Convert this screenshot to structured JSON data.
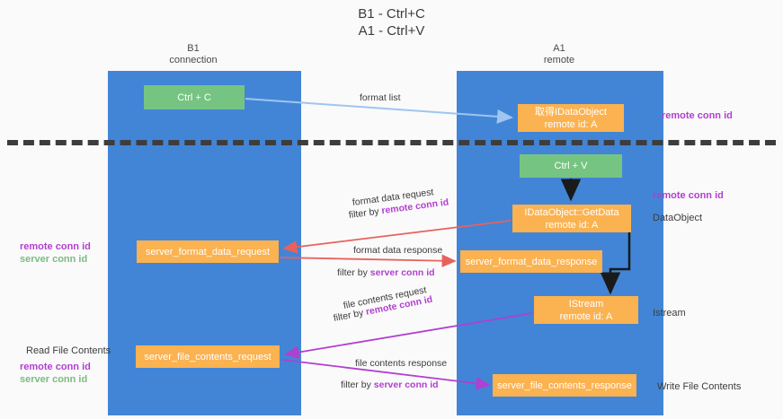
{
  "title": {
    "line1": "B1 - Ctrl+C",
    "line2": "A1 - Ctrl+V"
  },
  "columns": [
    {
      "id": "b1",
      "name": "B1",
      "role": "connection"
    },
    {
      "id": "a1",
      "name": "A1",
      "role": "remote"
    }
  ],
  "colors": {
    "lane": "#4285d6",
    "green_node": "#76c482",
    "orange_node": "#fbb250",
    "remote_conn_id": "#b23fd0",
    "server_conn_id": "#7dbb83",
    "arrow_format_list": "#9fc5f0",
    "arrow_format_data": "#e8625c",
    "arrow_file_contents": "#b23fd0",
    "arrow_black": "#1a1a1a",
    "divider": "#3d3d3d",
    "background": "#fafafa"
  },
  "nodes": {
    "ctrl_c": {
      "label": "Ctrl + C",
      "kind": "green"
    },
    "get_idataobject": {
      "line1": "取得IDataObject",
      "line2": "remote id: A",
      "kind": "orange"
    },
    "ctrl_v": {
      "label": "Ctrl + V",
      "kind": "green"
    },
    "idataobject_getdata": {
      "line1": "IDataObject::GetData",
      "line2": "remote id: A",
      "kind": "orange"
    },
    "server_format_data_request": {
      "label": "server_format_data_request",
      "kind": "orange"
    },
    "server_format_data_response": {
      "label": "server_format_data_response",
      "kind": "orange"
    },
    "istream": {
      "line1": "IStream",
      "line2": "remote id: A",
      "kind": "orange"
    },
    "server_file_contents_request": {
      "label": "server_file_contents_request",
      "kind": "orange"
    },
    "server_file_contents_response": {
      "label": "server_file_contents_response",
      "kind": "orange"
    }
  },
  "edge_labels": {
    "format_list": "format list",
    "format_data_request": "format data request",
    "format_data_request_filter_prefix": "filter by ",
    "format_data_request_filter_key": "remote conn id",
    "format_data_response": "format data response",
    "format_data_response_filter_prefix": "filter by ",
    "format_data_response_filter_key": "server conn id",
    "file_contents_request": "file contents request",
    "file_contents_request_filter_prefix": "filter by ",
    "file_contents_request_filter_key": "remote conn id",
    "file_contents_response": "file contents response",
    "file_contents_response_filter_prefix": "filter by ",
    "file_contents_response_filter_key": "server conn id"
  },
  "annotations": {
    "right_remote_conn_id_top": "remote conn id",
    "right_remote_conn_id_mid": "remote conn id",
    "right_dataobject": "DataObject",
    "right_istream": "Istream",
    "right_write_file_contents": "Write File Contents",
    "left_remote_conn_id_mid": "remote conn id",
    "left_server_conn_id_mid": "server conn id",
    "left_read_file_contents": "Read File Contents",
    "left_remote_conn_id_bottom": "remote conn id",
    "left_server_conn_id_bottom": "server conn id"
  }
}
